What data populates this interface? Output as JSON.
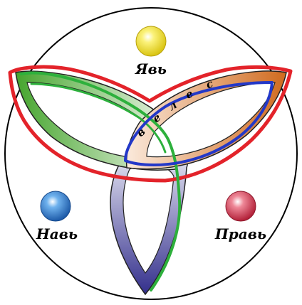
{
  "labels": {
    "top": "Явь",
    "left": "Навь",
    "right": "Правь"
  },
  "arc_letters": [
    "в",
    "е",
    "л",
    "е",
    "с"
  ],
  "colors": {
    "circle": "#000000",
    "yav_ball": "#f3e43a",
    "nav_ball": "#2f82d6",
    "prav_ball": "#d9445b",
    "green_petal": "#55b83a",
    "orange_petal": "#d8742a",
    "purple_petal": "#3d3a96",
    "red_outline": "#e3232a",
    "blue_outline": "#2338c8",
    "green_path": "#2db03c"
  }
}
